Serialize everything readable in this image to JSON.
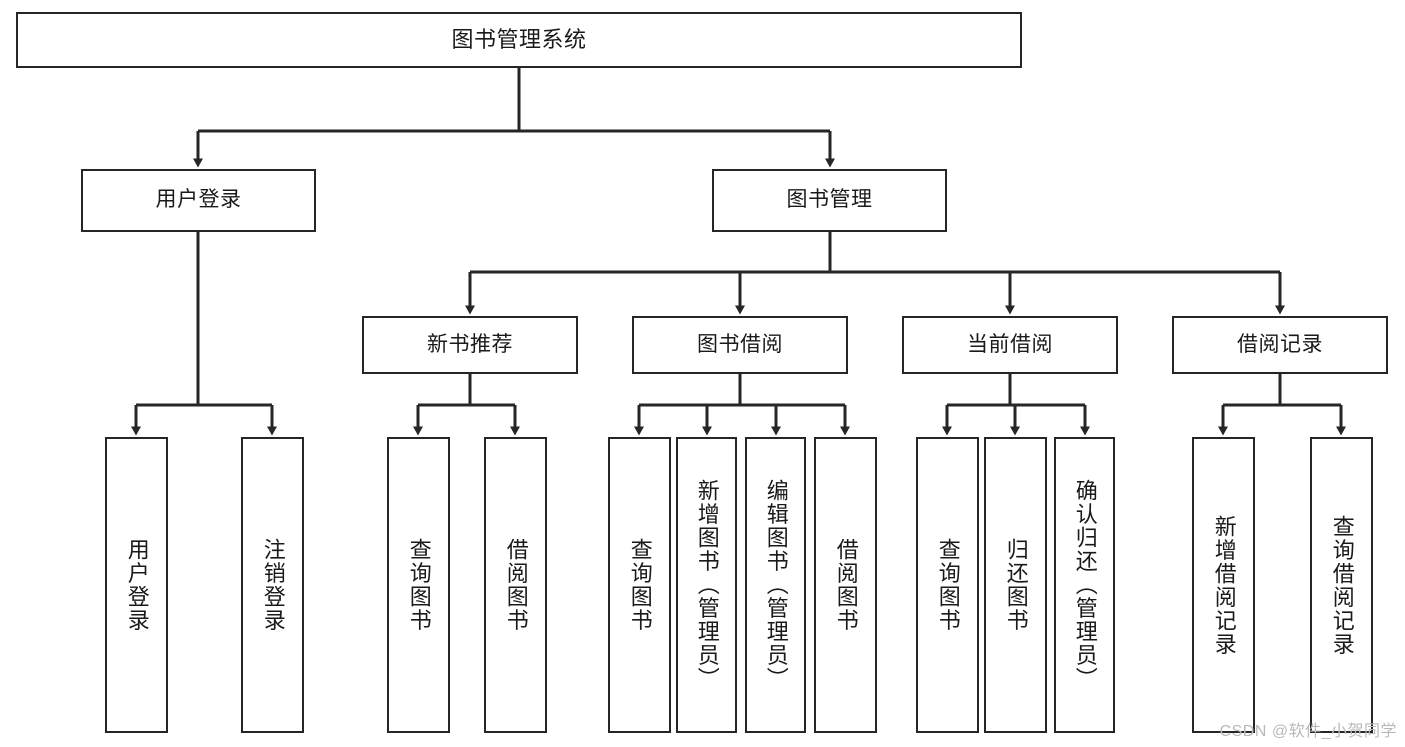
{
  "diagram": {
    "title": "图书管理系统",
    "root": {
      "label": "图书管理系统"
    },
    "branches": [
      {
        "label": "用户登录"
      },
      {
        "label": "图书管理"
      }
    ],
    "modules": [
      {
        "label": "新书推荐"
      },
      {
        "label": "图书借阅"
      },
      {
        "label": "当前借阅"
      },
      {
        "label": "借阅记录"
      }
    ],
    "leaves": [
      {
        "label": "用户登录"
      },
      {
        "label": "注销登录"
      },
      {
        "label": "查询图书"
      },
      {
        "label": "借阅图书"
      },
      {
        "label": "查询图书"
      },
      {
        "label": "新增图书（管理员）"
      },
      {
        "label": "编辑图书（管理员）"
      },
      {
        "label": "借阅图书"
      },
      {
        "label": "查询图书"
      },
      {
        "label": "归还图书"
      },
      {
        "label": "确认归还（管理员）"
      },
      {
        "label": "新增借阅记录"
      },
      {
        "label": "查询借阅记录"
      }
    ]
  },
  "watermark": "CSDN @软件_小贺同学",
  "colors": {
    "stroke": "#262626",
    "background": "#ffffff",
    "text": "#1a1a1a",
    "watermark": "#b9b9b9"
  }
}
